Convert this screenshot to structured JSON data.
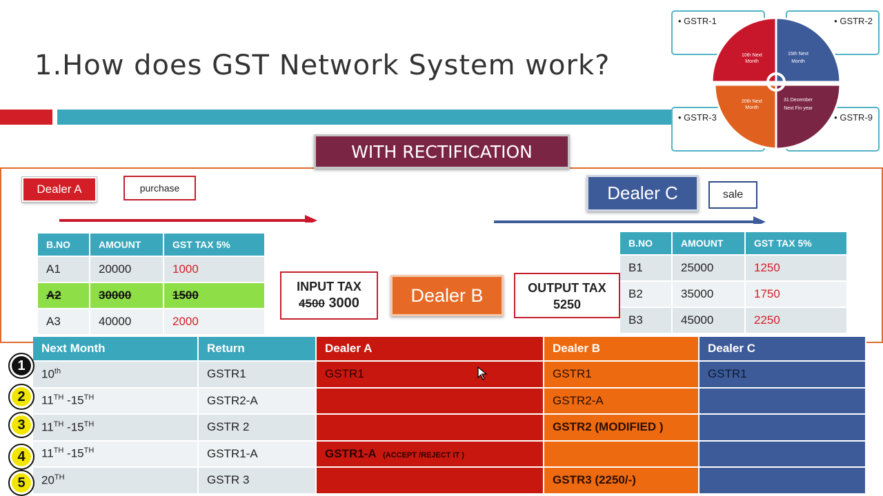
{
  "slide": {
    "title": "1.How does GST Network System work?",
    "banner": "WITH RECTIFICATION"
  },
  "labels": {
    "dealer_a": "Dealer A",
    "purchase": "purchase",
    "dealer_b": "Dealer B",
    "dealer_c": "Dealer C",
    "sale": "sale",
    "input_tax_label": "INPUT TAX",
    "input_tax_old": "4500",
    "input_tax_new": "3000",
    "output_tax_label": "OUTPUT TAX",
    "output_tax_value": "5250"
  },
  "purchase_table": {
    "headers": [
      "B.NO",
      "AMOUNT",
      "GST TAX 5%"
    ],
    "rows": [
      [
        "A1",
        "20000",
        "1000"
      ],
      [
        "A2",
        "30000",
        "1500"
      ],
      [
        "A3",
        "40000",
        "2000"
      ]
    ]
  },
  "sale_table": {
    "headers": [
      "B.NO",
      "AMOUNT",
      "GST TAX 5%"
    ],
    "rows": [
      [
        "B1",
        "25000",
        "1250"
      ],
      [
        "B2",
        "35000",
        "1750"
      ],
      [
        "B3",
        "45000",
        "2250"
      ]
    ]
  },
  "schedule": {
    "headers": [
      "Next Month",
      "Return",
      "Dealer A",
      "Dealer B",
      "Dealer C"
    ],
    "rows": [
      {
        "step": "1",
        "month": "10",
        "month_sup": "th",
        "month_rest": "",
        "month_rest_sup": "",
        "return": "GSTR1",
        "a": "GSTR1",
        "a_note": "",
        "b": "GSTR1",
        "c": "GSTR1"
      },
      {
        "step": "2",
        "month": "11",
        "month_sup": "TH",
        "month_rest": " -15",
        "month_rest_sup": "TH",
        "return": "GSTR2-A",
        "a": "",
        "a_note": "",
        "b": "GSTR2-A",
        "c": ""
      },
      {
        "step": "3",
        "month": "11",
        "month_sup": "TH",
        "month_rest": " -15",
        "month_rest_sup": "TH",
        "return": "GSTR 2",
        "a": "",
        "a_note": "",
        "b": "GSTR2 (MODIFIED )",
        "c": ""
      },
      {
        "step": "4",
        "month": "11",
        "month_sup": "TH",
        "month_rest": " -15",
        "month_rest_sup": "TH",
        "return": "GSTR1-A",
        "a": "GSTR1-A",
        "a_note": "(ACCEPT /REJECT IT )",
        "b": "",
        "c": ""
      },
      {
        "step": "5",
        "month": "20",
        "month_sup": "TH",
        "month_rest": "",
        "month_rest_sup": "",
        "return": "GSTR 3",
        "a": "",
        "a_note": "",
        "b": "GSTR3 (2250/-)",
        "c": ""
      }
    ]
  },
  "return_cycle": {
    "boxes": [
      "GSTR-1",
      "GSTR-2",
      "GSTR-3",
      "GSTR-9"
    ],
    "quadrants": [
      {
        "line1": "10th Next",
        "line2": "Month",
        "color": "#c8172b"
      },
      {
        "line1": "15th Next",
        "line2": "Month",
        "color": "#3d5a99"
      },
      {
        "line1": "20th Next",
        "line2": "Month",
        "color": "#e0601f"
      },
      {
        "line1": "31 December",
        "line2": "Next Fin year",
        "color": "#7b2545"
      }
    ]
  },
  "colors": {
    "red": "#d21e26",
    "teal": "#3aa7bd",
    "maroon": "#7b2545",
    "orange": "#ee6a10",
    "blue": "#3d5a99",
    "green_highlight": "#8ede48"
  }
}
